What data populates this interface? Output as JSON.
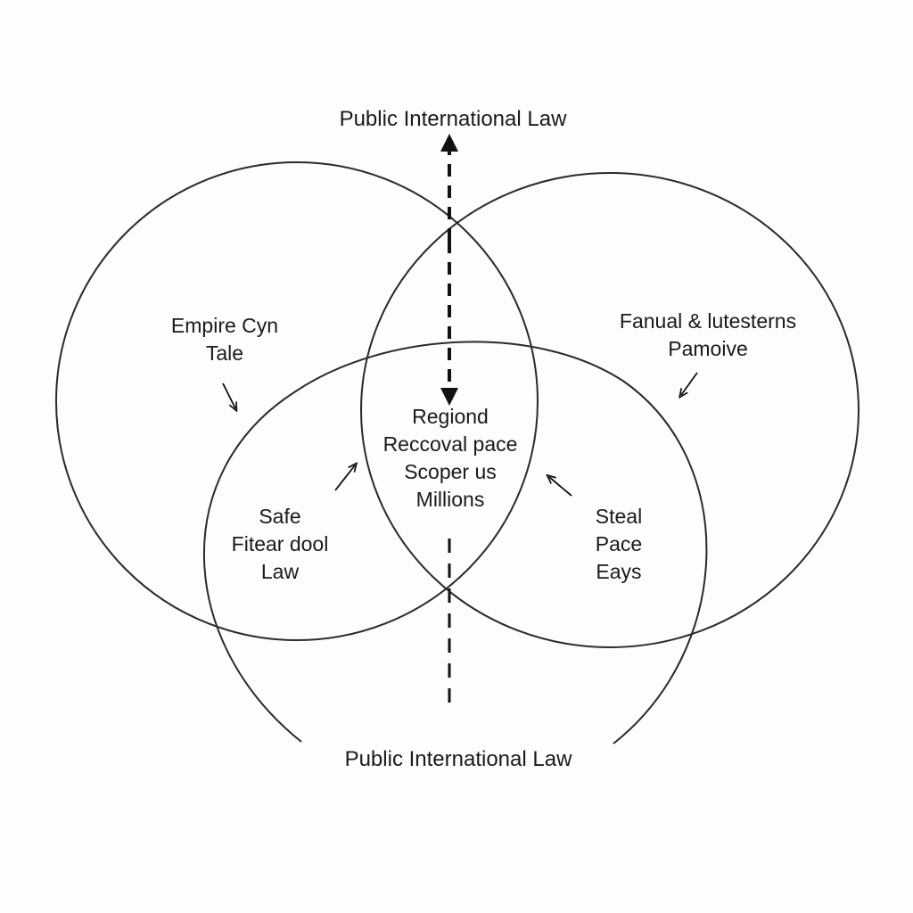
{
  "diagram": {
    "top_title": "Public International Law",
    "bottom_title": "Public International Law",
    "regions": {
      "left_circle": [
        "Empire Cyn",
        "Tale"
      ],
      "right_circle": [
        "Fanual & lutesterns",
        "Pamoive"
      ],
      "center_overlap": [
        "Regiond",
        "Reccoval pace",
        "Scoper us",
        "Millions"
      ],
      "left_lower": [
        "Safe",
        "Fitear dool",
        "Law"
      ],
      "right_lower": [
        "Steal",
        "Pace",
        "Eays"
      ]
    },
    "colors": {
      "stroke": "#2a2a2a",
      "text": "#1a1a1a",
      "background": "#fdfdfb"
    }
  }
}
